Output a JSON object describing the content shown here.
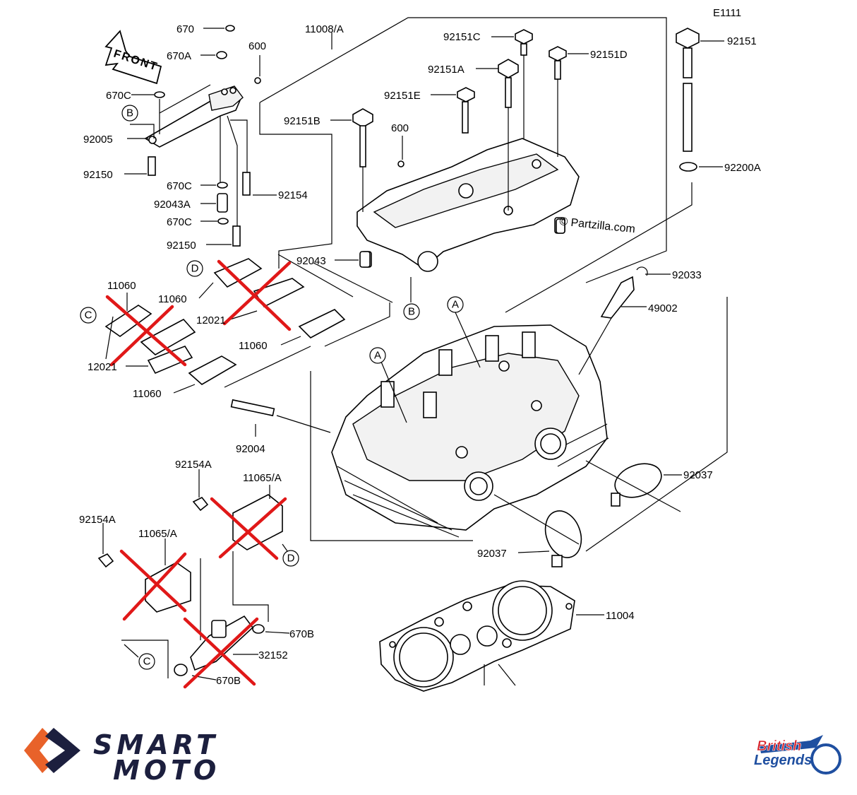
{
  "diagram": {
    "ref_code": "E1111",
    "front_label": "FRONT",
    "watermark": "© Partzilla.com",
    "callouts": [
      "A",
      "A",
      "B",
      "B",
      "C",
      "C",
      "D",
      "D"
    ],
    "part_labels": {
      "p670": "670",
      "p670A": "670A",
      "p600a": "600",
      "p670C_top": "670C",
      "p92005": "92005",
      "p92150a": "92150",
      "p670C_mid": "670C",
      "p92043A": "92043A",
      "p670C_low": "670C",
      "p92150b": "92150",
      "p92154": "92154",
      "p11008A": "11008/A",
      "p92151C": "92151C",
      "p92151D": "92151D",
      "p92151A": "92151A",
      "p92151E": "92151E",
      "p92151B": "92151B",
      "p600b": "600",
      "p92151": "92151",
      "p92200A": "92200A",
      "p92043": "92043",
      "p92033": "92033",
      "p49002": "49002",
      "p11060a": "11060",
      "p11060b": "11060",
      "p12021a": "12021",
      "p11060c": "11060",
      "p12021b": "12021",
      "p11060d": "11060",
      "p92004": "92004",
      "p92154A_a": "92154A",
      "p11065A_a": "11065/A",
      "p92037a": "92037",
      "p92154A_b": "92154A",
      "p11065A_b": "11065/A",
      "p92037b": "92037",
      "p11004": "11004",
      "p670B_a": "670B",
      "p32152": "32152",
      "p670B_b": "670B"
    }
  },
  "branding": {
    "left_logo_text": [
      "SMART",
      "MOTO"
    ],
    "right_logo_text": [
      "British",
      "Legends"
    ],
    "left_logo_colors": {
      "orange": "#e8622a",
      "navy": "#1c1f3e"
    },
    "right_logo_colors": {
      "red": "#d8232a",
      "blue": "#1f4fa0"
    }
  }
}
